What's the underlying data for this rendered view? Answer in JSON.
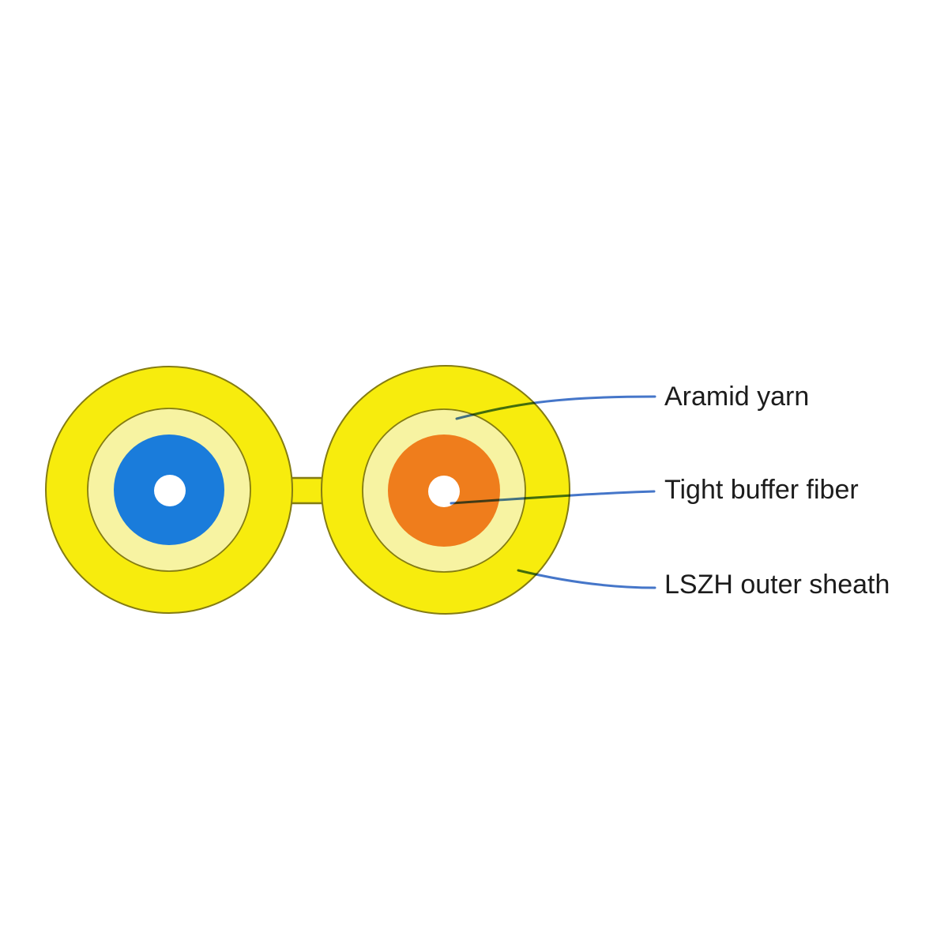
{
  "diagram": {
    "type": "duplex-zipcord-fiber-cable-cross-section",
    "labels": [
      {
        "text": "Aramid yarn"
      },
      {
        "text": "Tight buffer fiber"
      },
      {
        "text": "LSZH outer sheath"
      }
    ],
    "parts": [
      "LSZH outer sheath (bright yellow outer ring, both cables)",
      "Aramid yarn (pale yellow ring, both cables)",
      "Tight buffer fiber (blue in left cable, orange in right cable)",
      "Fiber core (white center hole, both cables)",
      "Zipcord web bridge connecting the two cables"
    ],
    "colors": {
      "background": "#FFFFFF",
      "outer_sheath_yellow": "#F7EC0D",
      "aramid_pale_yellow": "#F7F3A2",
      "buffer_blue": "#1A7CDB",
      "buffer_orange": "#EF7D1C",
      "fiber_core_white": "#FFFFFF",
      "outline_olive": "#847C12",
      "leader_line_blue": "#4576C9",
      "label_text": "#1C1C1C"
    }
  }
}
